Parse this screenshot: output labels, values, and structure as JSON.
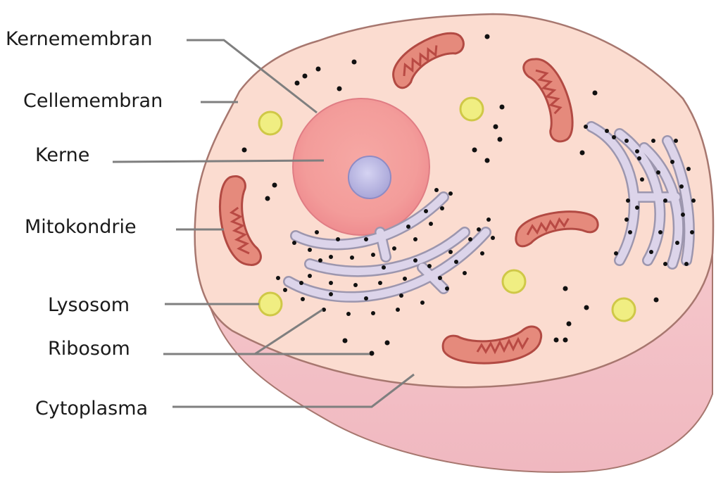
{
  "labels": {
    "nuclear_membrane": "Kernemembran",
    "cell_membrane": "Cellemembran",
    "nucleus": "Kerne",
    "mitochondrion": "Mitokondrie",
    "lysosome": "Lysosom",
    "ribosome": "Ribosom",
    "cytoplasm": "Cytoplasma"
  },
  "colors": {
    "cytoplasm": "#fbdcd0",
    "cell_side": "#f4c2c8",
    "membrane_outline": "#a7776f",
    "nucleus": "#f4a0a0",
    "nucleolus": "#b9b8e4",
    "mitochondrion": "#e58a7c",
    "cristae": "#b94a44",
    "lysosome": "#f0ee82",
    "er": "#dcd4ea",
    "er_outline": "#9c96ae",
    "ribosome": "#111111",
    "leader_line": "#7f7f7f"
  }
}
